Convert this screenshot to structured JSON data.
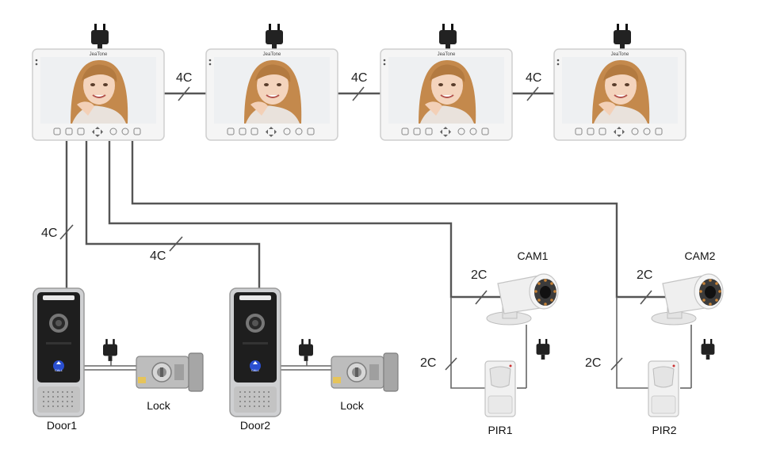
{
  "monitors": [
    {
      "brand": "JeaTone"
    },
    {
      "brand": "JeaTone"
    },
    {
      "brand": "JeaTone"
    },
    {
      "brand": "JeaTone"
    }
  ],
  "wire_labels": {
    "monitor_link_1": "4C",
    "monitor_link_2": "4C",
    "monitor_link_3": "4C",
    "door1_wire": "4C",
    "door2_wire": "4C",
    "cam1_wire": "2C",
    "cam2_wire": "2C",
    "pir1_wire": "2C",
    "pir2_wire": "2C"
  },
  "doors": [
    {
      "label": "Door1",
      "call_text": "CALL"
    },
    {
      "label": "Door2",
      "call_text": "CALL"
    }
  ],
  "locks": [
    {
      "label": "Lock"
    },
    {
      "label": "Lock"
    }
  ],
  "cameras": [
    {
      "label": "CAM1"
    },
    {
      "label": "CAM2"
    }
  ],
  "pirs": [
    {
      "label": "PIR1"
    },
    {
      "label": "PIR2"
    }
  ],
  "colors": {
    "wire": "#555555",
    "monitor_frame": "#f4f4f4",
    "screen_bg": "#f2ede6",
    "hair": "#c48d52",
    "skin": "#f3d2bb",
    "door_body": "#1e1e1e",
    "door_frame": "#c8c8c8",
    "call_button": "#2a4fd0",
    "lock_metal": "#b5b5b5",
    "camera_white": "#efefef",
    "pir_white": "#f0f0f0"
  },
  "icons": [
    "power-adapter-icon",
    "camera-lens-icon",
    "call-button-icon",
    "screen-photo-icon"
  ]
}
